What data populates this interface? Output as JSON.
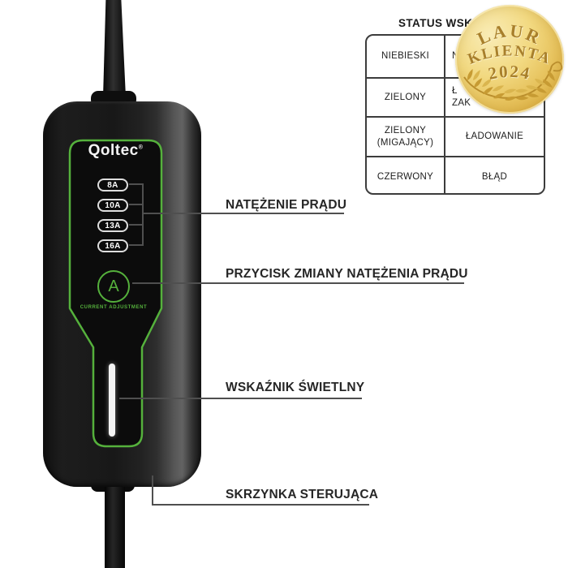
{
  "device": {
    "brand": "Qoltec",
    "registered_mark": "®",
    "amp_options": [
      "8A",
      "10A",
      "13A",
      "16A"
    ],
    "button_letter": "A",
    "button_caption": "CURRENT ADJUSTMENT"
  },
  "annotations": {
    "amperage": "NATĘŻENIE PRĄDU",
    "button": "PRZYCISK ZMIANY NATĘŻENIA PRĄDU",
    "indicator": "WSKAŹNIK ŚWIETLNY",
    "control_box": "SKRZYNKA STERUJĄCA"
  },
  "status_table": {
    "title_visible": "STATUS WSK",
    "rows": [
      {
        "color": "NIEBIESKI",
        "status_visible": "N"
      },
      {
        "color": "ZIELONY",
        "status_line1_visible": "Ł",
        "status_line2_visible": "ZAK"
      },
      {
        "color_line1": "ZIELONY",
        "color_line2": "(MIGAJĄCY)",
        "status": "ŁADOWANIE"
      },
      {
        "color": "CZERWONY",
        "status": "BŁĄD"
      }
    ]
  },
  "award_badge": {
    "line1": "LAUR",
    "line2": "KLIENTA",
    "year": "2024"
  },
  "colors": {
    "accent_green": "#55b13c",
    "badge_gold": "#e9c85f",
    "annotation_line": "#4f4f4f"
  }
}
